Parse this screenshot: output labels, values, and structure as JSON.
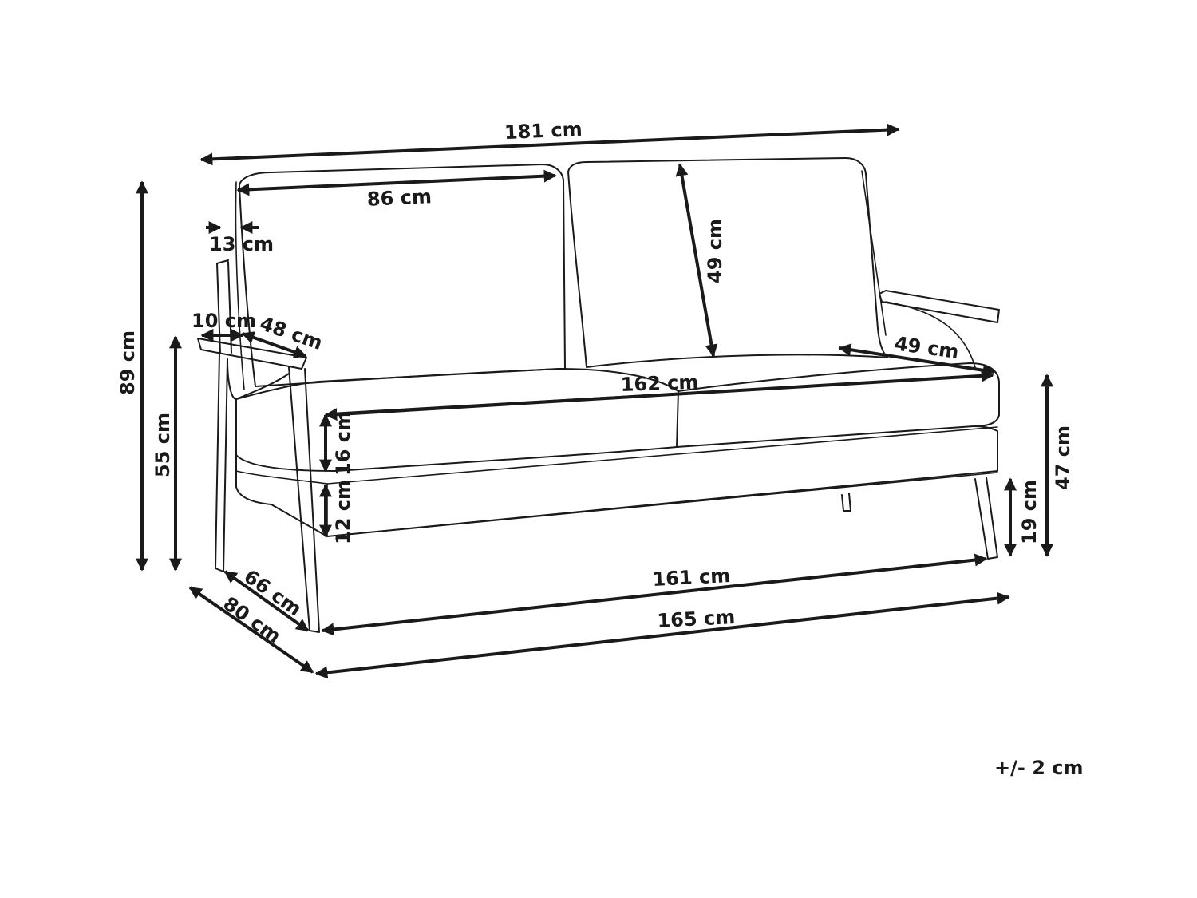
{
  "diagram": {
    "product": "sofa",
    "tolerance": "+/- 2 cm",
    "dimensions": {
      "total_width": "181 cm",
      "backrest_width": "86 cm",
      "frame_depth": "13 cm",
      "total_height": "89 cm",
      "armrest_height": "55 cm",
      "armrest_width": "10 cm",
      "armrest_length": "48 cm",
      "back_cushion_height": "49 cm",
      "seat_depth": "49 cm",
      "seat_width": "162 cm",
      "cushion_thickness": "16 cm",
      "base_thickness": "12 cm",
      "seat_height": "47 cm",
      "leg_height": "19 cm",
      "inner_depth": "66 cm",
      "total_depth": "80 cm",
      "base_width": "161 cm",
      "leg_span_width": "165 cm"
    }
  }
}
